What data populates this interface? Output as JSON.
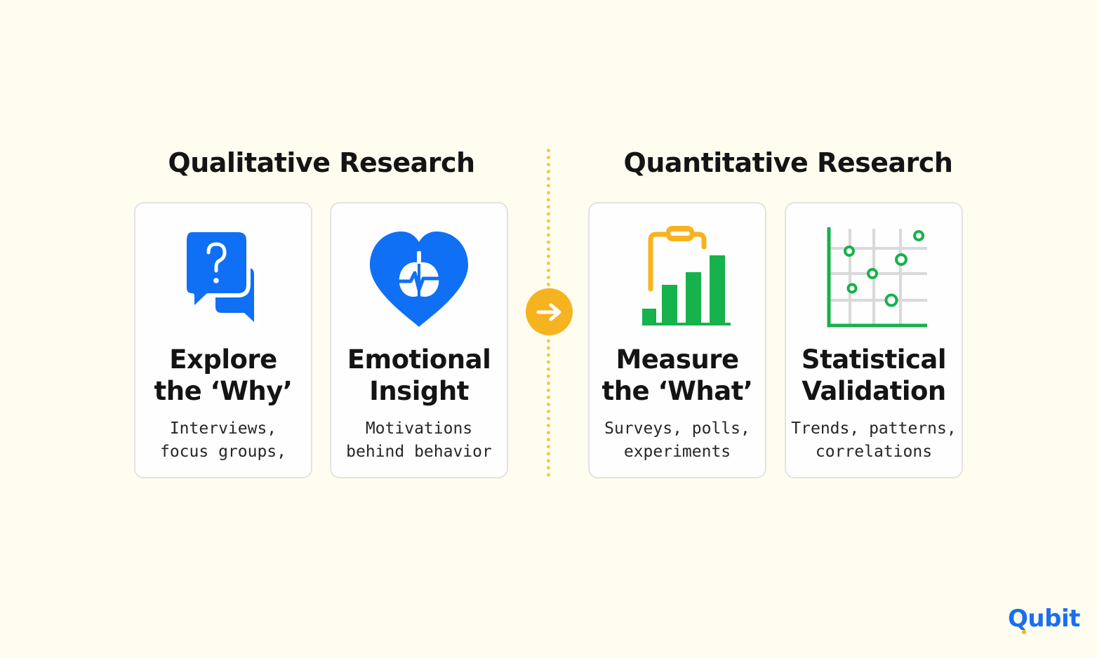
{
  "sections": {
    "qualitative": {
      "title": "Qualitative Research"
    },
    "quantitative": {
      "title": "Quantitative Research"
    }
  },
  "cards": [
    {
      "icon": "chat-question-icon",
      "title_lines": [
        "Explore",
        "the ‘Why’"
      ],
      "desc_lines": [
        "Interviews,",
        "focus groups,"
      ],
      "color": "#0f6ff5"
    },
    {
      "icon": "heart-brain-icon",
      "title_lines": [
        "Emotional",
        "Insight"
      ],
      "desc_lines": [
        "Motivations",
        "behind behavior"
      ],
      "color": "#0f6ff5"
    },
    {
      "icon": "clipboard-bar-chart-icon",
      "title_lines": [
        "Measure",
        "the ‘What’"
      ],
      "desc_lines": [
        "Surveys, polls,",
        "experiments"
      ],
      "color": "#16b24b"
    },
    {
      "icon": "scatter-plot-icon",
      "title_lines": [
        "Statistical",
        "Validation"
      ],
      "desc_lines": [
        "Trends, patterns,",
        "correlations"
      ],
      "color": "#16b24b"
    }
  ],
  "connector": {
    "icon": "arrow-right-icon",
    "color": "#f6b320"
  },
  "brand": {
    "name": "Qubit",
    "color": "#1a6ff0",
    "accent": "#f6b320"
  }
}
